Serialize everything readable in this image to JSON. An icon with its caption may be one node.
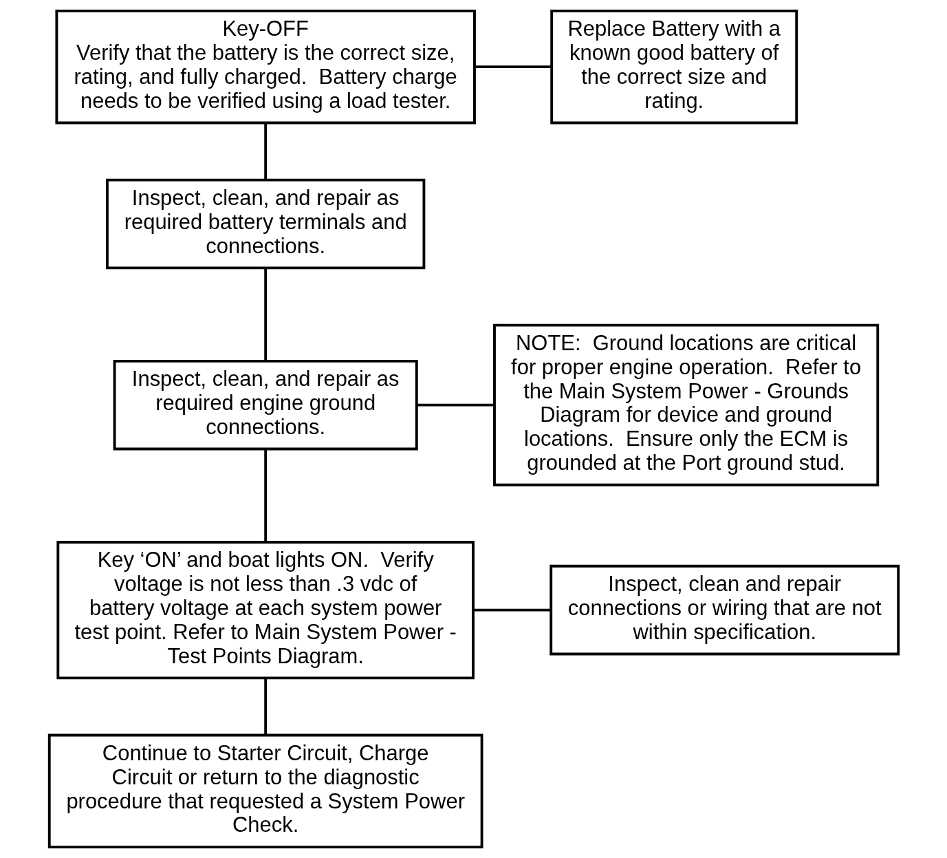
{
  "diagram": {
    "nodes": [
      {
        "text": [
          "Key-OFF",
          "Verify that the battery is the correct size, rating, and fully charged.  Battery charge needs to be verified using a load tester."
        ]
      },
      {
        "text": [
          "Replace Battery with a known good battery of the correct size and rating."
        ]
      },
      {
        "text": [
          "Inspect, clean, and repair as required battery terminals and connections."
        ]
      },
      {
        "text": [
          "Inspect, clean, and repair as required engine ground connections."
        ]
      },
      {
        "text": [
          "NOTE:  Ground locations are critical for proper engine operation.  Refer to the Main System Power - Grounds Diagram for device and ground locations.  Ensure only the ECM is grounded at the Port ground stud."
        ]
      },
      {
        "text": [
          "Key ‘ON’ and boat lights ON.  Verify voltage is not less than .3 vdc of battery voltage at each system power test point. Refer to Main System Power - Test Points Diagram."
        ]
      },
      {
        "text": [
          "Inspect, clean and repair connections or wiring that are not within specification."
        ]
      },
      {
        "text": [
          "Continue to Starter Circuit, Charge Circuit or return to the diagnostic procedure that requested a System Power Check."
        ]
      }
    ],
    "edges": [
      {
        "from": 0,
        "to": 1,
        "arrow": "none"
      },
      {
        "from": 0,
        "to": 2,
        "arrow": "none"
      },
      {
        "from": 2,
        "to": 3,
        "arrow": "none"
      },
      {
        "from": 3,
        "to": 4,
        "arrow": "none"
      },
      {
        "from": 3,
        "to": 5,
        "arrow": "none"
      },
      {
        "from": 5,
        "to": 6,
        "arrow": "none"
      },
      {
        "from": 5,
        "to": 7,
        "arrow": "none"
      }
    ]
  }
}
